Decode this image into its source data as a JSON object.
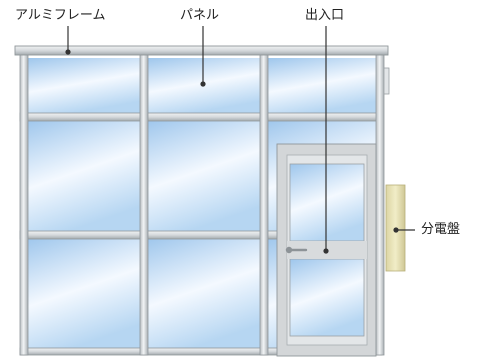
{
  "labels": {
    "aluminum_frame": "アルミフレーム",
    "panel": "パネル",
    "entrance": "出入口",
    "distribution_board": "分電盤"
  },
  "colors": {
    "frame_light": "#e6e9ea",
    "frame_mid": "#c9cdd0",
    "frame_dark": "#9aa0a4",
    "glass_top": "#9ec6ec",
    "glass_mid": "#f4f9ff",
    "glass_bottom": "#b6d6f2",
    "door_frame": "#d3d6d8",
    "board_light": "#f1edc7",
    "board_dark": "#cfc795",
    "leader": "#333333"
  }
}
